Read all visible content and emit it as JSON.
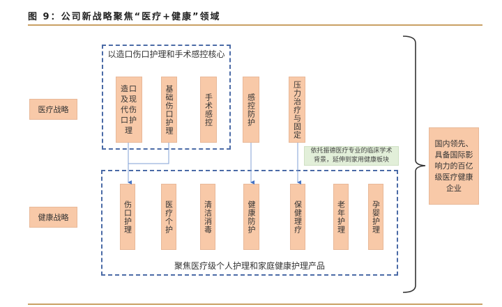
{
  "title": "图 9：公司新战略聚焦“医疗+健康”领域",
  "left_labels": {
    "medical": "医疗战略",
    "health": "健康战略"
  },
  "top_group": {
    "caption": "以造口伤口护理和手术感控核心",
    "items": [
      "造口及现代伤口护理",
      "基础伤口护理",
      "手术感控"
    ]
  },
  "top_outside": [
    "感控防护",
    "压力治疗与固定"
  ],
  "note": "依托振德医疗专业的临床学术背景，延伸到家用健康板块",
  "bottom_group": {
    "caption": "聚焦医疗级个人护理和家庭健康护理产品",
    "items": [
      "伤口护理",
      "医疗个护",
      "清洁消毒",
      "健康防护",
      "保健理疗",
      "老年护理",
      "孕婴护理"
    ]
  },
  "goal": "国内领先、具备国际影响力的百亿级医疗健康企业",
  "colors": {
    "box": "#f8c9a8",
    "dash": "#4a6aa6",
    "arrow": "#4472c4",
    "rule": "#c9a063",
    "note": "#e2efd9"
  }
}
